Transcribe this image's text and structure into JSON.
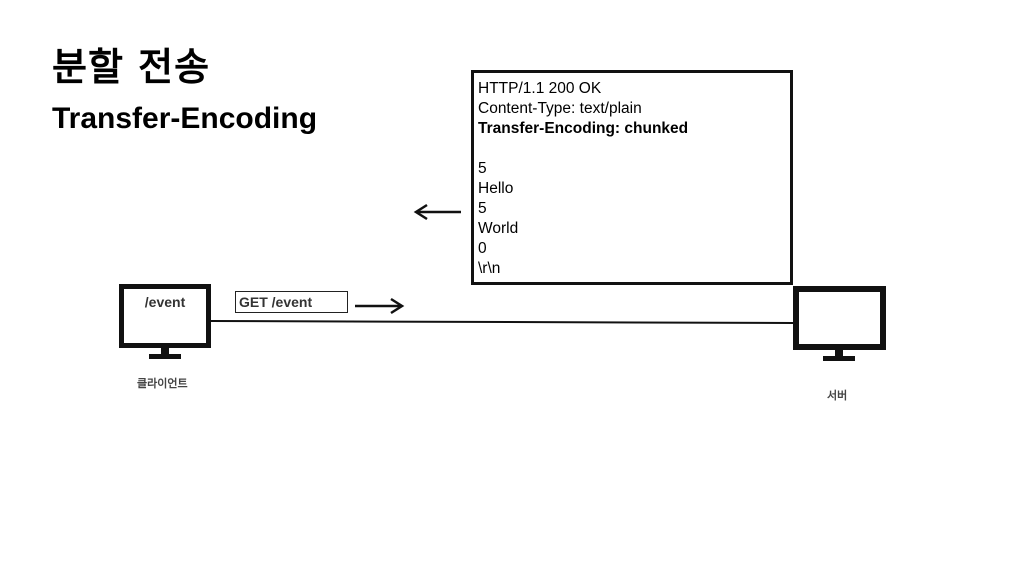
{
  "title": "분할 전송",
  "subtitle": "Transfer-Encoding",
  "response": {
    "lines": [
      {
        "text": "HTTP/1.1 200 OK",
        "bold": false
      },
      {
        "text": "Content-Type: text/plain",
        "bold": false
      },
      {
        "text": "Transfer-Encoding: chunked",
        "bold": true
      },
      {
        "text": "",
        "bold": false
      },
      {
        "text": "5",
        "bold": false
      },
      {
        "text": "Hello",
        "bold": false
      },
      {
        "text": "5",
        "bold": false
      },
      {
        "text": "World",
        "bold": false
      },
      {
        "text": "0",
        "bold": false
      },
      {
        "text": "\\r\\n",
        "bold": false
      }
    ]
  },
  "request_label": "GET /event",
  "client": {
    "screen_text": "/event",
    "caption": "클라이언트",
    "icon": "monitor-icon"
  },
  "server": {
    "caption": "서버",
    "icon": "monitor-icon"
  },
  "arrows": {
    "response_direction": "left",
    "request_direction": "right"
  }
}
